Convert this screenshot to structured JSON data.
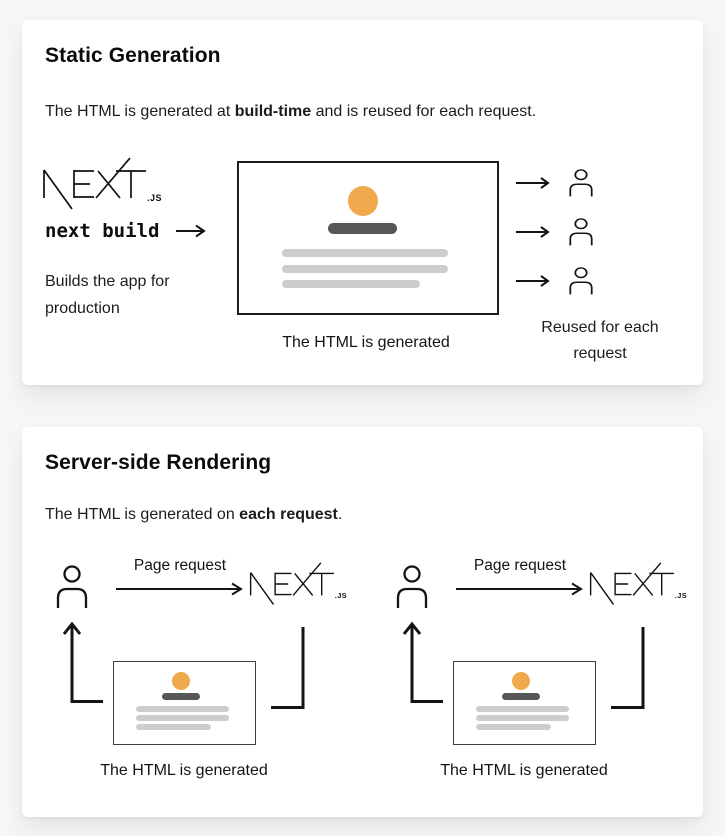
{
  "colors": {
    "accent": "#F1A94E",
    "bar_dark": "#57575A",
    "bar_light": "#CDCDCD",
    "text": "#111111",
    "card_bg": "#FFFFFF",
    "page_bg": "#F6F6F6"
  },
  "logo": {
    "brand": "NEXT",
    "suffix": ".JS"
  },
  "static_card": {
    "title": "Static Generation",
    "subtitle": {
      "pre": "The HTML is generated at ",
      "bold": "build-time",
      "post": " and is reused for each request."
    },
    "command": "next build",
    "build_note": "Builds the app for production",
    "mockup_caption": "The HTML is generated",
    "request_count": 3,
    "reuse_note": "Reused for each request"
  },
  "ssr_card": {
    "title": "Server-side Rendering",
    "subtitle": {
      "pre": "The HTML is generated on ",
      "bold": "each request",
      "post": "."
    },
    "diagrams": [
      {
        "request_label": "Page request",
        "caption": "The HTML is generated"
      },
      {
        "request_label": "Page request",
        "caption": "The HTML is generated"
      }
    ]
  }
}
